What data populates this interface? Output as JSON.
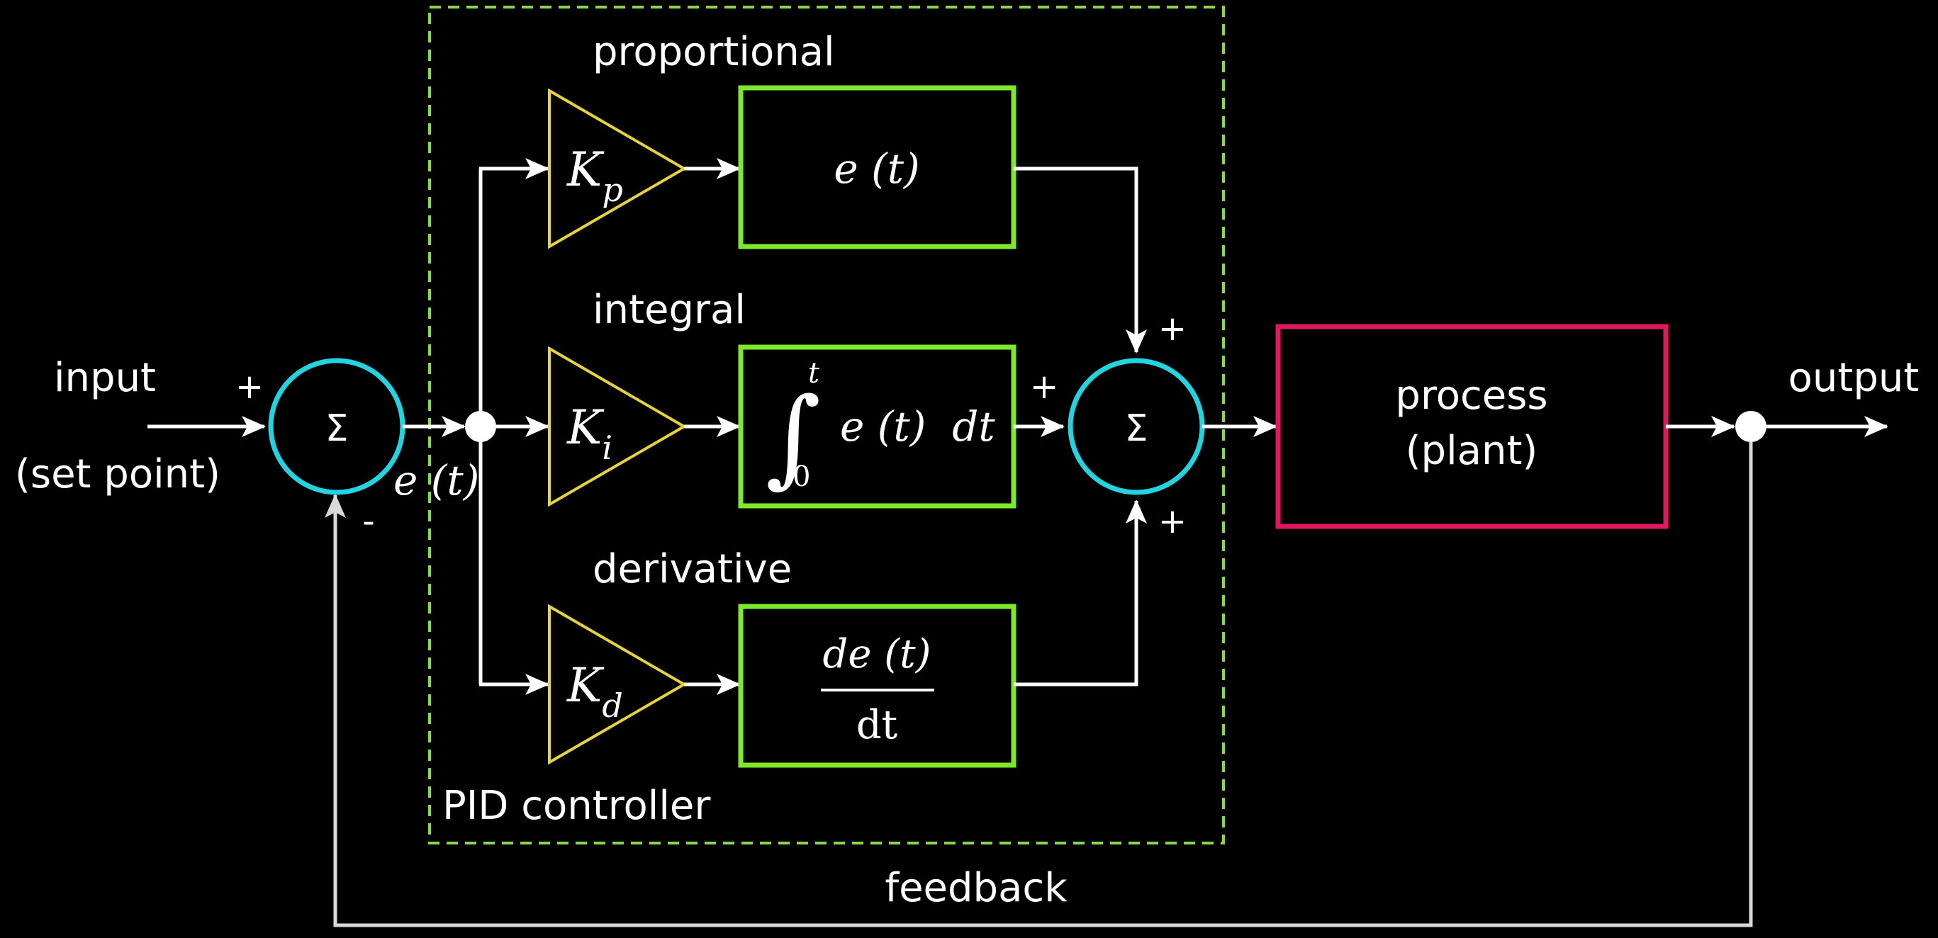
{
  "labels": {
    "input": "input",
    "set_point": "(set point)",
    "output": "output",
    "feedback": "feedback",
    "pid_controller": "PID controller",
    "proportional": "proportional",
    "integral": "integral",
    "derivative": "derivative",
    "process": "process",
    "plant": "(plant)"
  },
  "signs": {
    "input_plus": "+",
    "feedback_minus": "-",
    "p_plus": "+",
    "i_plus": "+",
    "d_plus": "+"
  },
  "symbols": {
    "sigma": "Σ",
    "error": "e (t)",
    "kp_base": "K",
    "kp_sub": "p",
    "ki_base": "K",
    "ki_sub": "i",
    "kd_base": "K",
    "kd_sub": "d",
    "p_term": "e (t)",
    "i_integral_sign": "∫",
    "i_upper": "t",
    "i_lower": "0",
    "i_body": "e (t)  dt",
    "d_numerator": "de (t)",
    "d_denominator": "dt"
  },
  "colors": {
    "background": "#000000",
    "wire": "#ffffff",
    "summer": "#22d3e0",
    "gain": "#e8d23a",
    "term_box": "#7ee82a",
    "controller_border": "#8bd64a",
    "process_box": "#e0195e"
  }
}
